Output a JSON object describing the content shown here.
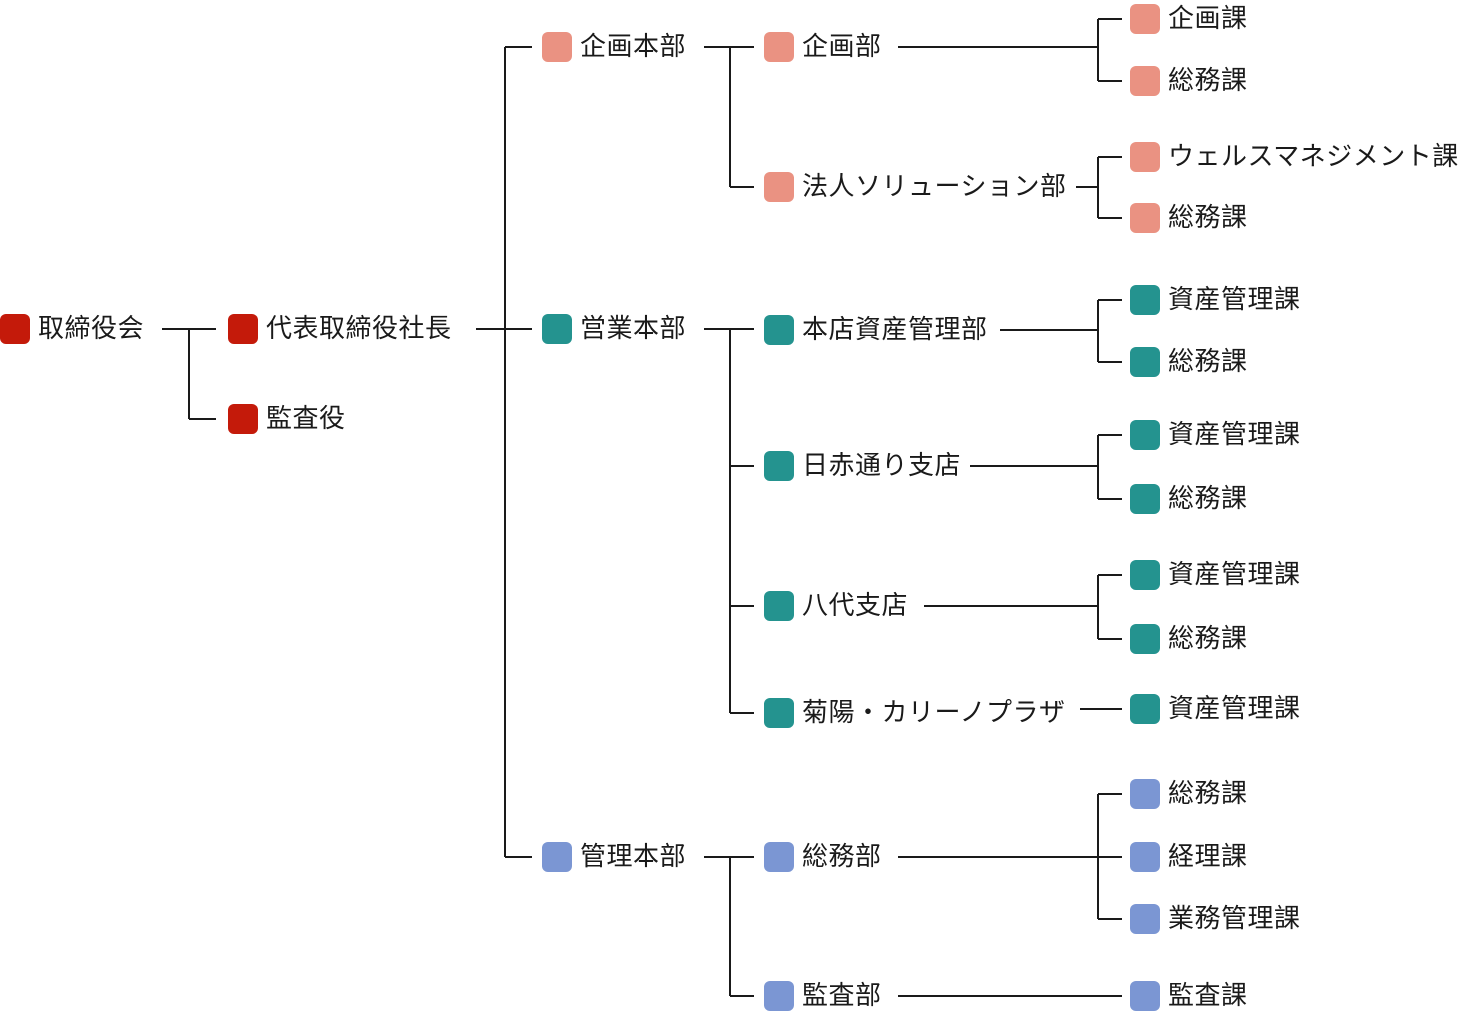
{
  "colors": {
    "executive": "#c41a0a",
    "planning": "#ea9282",
    "sales": "#24938f",
    "admin": "#7b96d3",
    "line": "#1a1a1a"
  },
  "org": {
    "board": "取締役会",
    "president": "代表取締役社長",
    "auditor": "監査役",
    "divisions": [
      {
        "name": "企画本部",
        "color": "planning",
        "departments": [
          {
            "name": "企画部",
            "sections": [
              "企画課",
              "総務課"
            ]
          },
          {
            "name": "法人ソリューション部",
            "sections": [
              "ウェルスマネジメント課",
              "総務課"
            ]
          }
        ]
      },
      {
        "name": "営業本部",
        "color": "sales",
        "departments": [
          {
            "name": "本店資産管理部",
            "sections": [
              "資産管理課",
              "総務課"
            ]
          },
          {
            "name": "日赤通り支店",
            "sections": [
              "資産管理課",
              "総務課"
            ]
          },
          {
            "name": "八代支店",
            "sections": [
              "資産管理課",
              "総務課"
            ]
          },
          {
            "name": "菊陽・カリーノプラザ",
            "sections": [
              "資産管理課"
            ]
          }
        ]
      },
      {
        "name": "管理本部",
        "color": "admin",
        "departments": [
          {
            "name": "総務部",
            "sections": [
              "総務課",
              "経理課",
              "業務管理課"
            ]
          },
          {
            "name": "監査部",
            "sections": [
              "監査課"
            ]
          }
        ]
      }
    ]
  }
}
